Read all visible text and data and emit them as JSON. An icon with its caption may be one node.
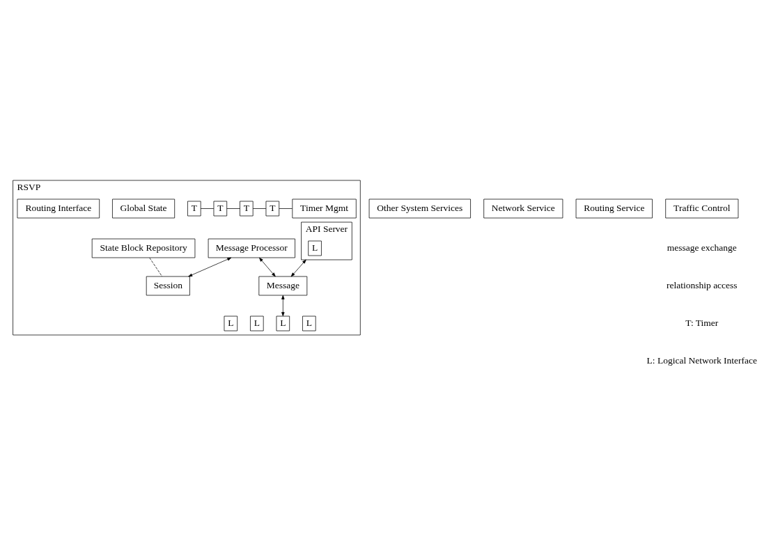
{
  "diagram": {
    "nodes": [
      {
        "text": [
          "RSVP"
        ]
      },
      {
        "text": [
          "T"
        ],
        "in": 0
      },
      {
        "text": [
          "T"
        ],
        "in": 0
      },
      {
        "text": [
          "T"
        ],
        "in": 0
      },
      {
        "text": [
          "T"
        ],
        "in": 0
      },
      {
        "text": [
          "Timer Mgmt"
        ],
        "in": 0
      },
      {
        "text": [
          "Global State"
        ],
        "in": 0
      },
      {
        "text": [
          "Message Processor"
        ],
        "in": 0
      },
      {
        "text": [
          "API Server"
        ],
        "in": 0
      },
      {
        "text": [
          "L"
        ],
        "in": 8
      },
      {
        "text": [
          "State Block Repository"
        ],
        "in": 0
      },
      {
        "text": [
          "Session"
        ],
        "in": 0
      },
      {
        "text": [
          "L"
        ],
        "in": 0
      },
      {
        "text": [
          "L"
        ],
        "in": 0
      },
      {
        "text": [
          "L"
        ],
        "in": 0
      },
      {
        "text": [
          "L"
        ],
        "in": 0
      },
      {
        "text": [
          "Message"
        ],
        "in": 0
      },
      {
        "text": [
          "Routing Interface"
        ],
        "in": 0
      },
      {
        "text": [
          "Other System Services"
        ]
      },
      {
        "text": [
          "Network Service"
        ]
      },
      {
        "text": [
          "Routing Service"
        ]
      },
      {
        "text": [
          "Traffic Control"
        ]
      }
    ],
    "edges": [
      {
        "from": 1,
        "to": 2,
        "arrow": "none"
      },
      {
        "from": 2,
        "to": 3,
        "arrow": "none"
      },
      {
        "from": 3,
        "to": 4,
        "arrow": "none"
      },
      {
        "from": 4,
        "to": 5,
        "arrow": "none"
      },
      {
        "from": 7,
        "to": 11,
        "arrow": "both"
      },
      {
        "from": 7,
        "to": 16,
        "arrow": "both"
      },
      {
        "from": 8,
        "to": 16,
        "arrow": "both"
      },
      {
        "from": 16,
        "to": 14,
        "arrow": "both"
      },
      {
        "from": 10,
        "to": 11,
        "arrow": "none",
        "style": "dashed"
      }
    ],
    "labels": [
      "T: Timer",
      "L: Logical Network Interface"
    ],
    "legend": [
      {
        "text": "message exchange"
      },
      {
        "text": "relationship access"
      }
    ]
  }
}
